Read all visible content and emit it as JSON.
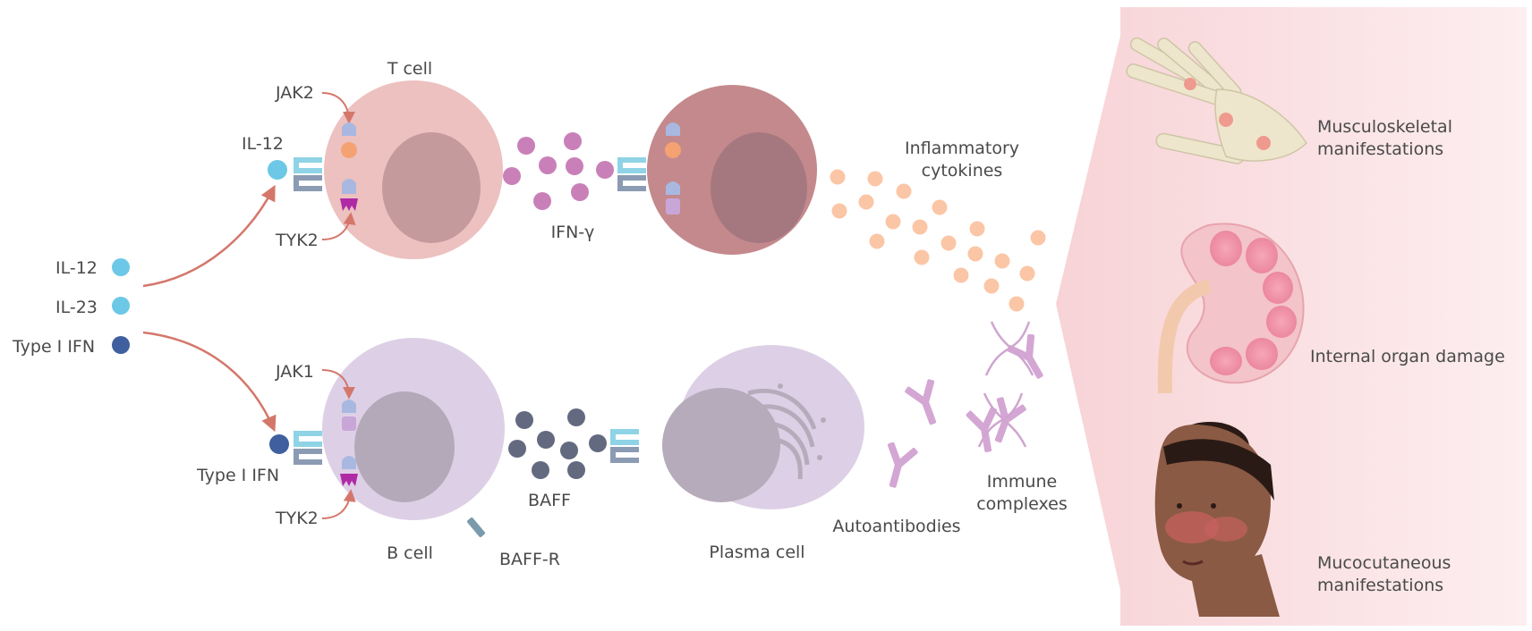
{
  "left_labels": {
    "il12": "IL-12",
    "il23": "IL-23",
    "type1_ifn": "Type I IFN"
  },
  "t_pathway": {
    "cell_label": "T cell",
    "jak_label": "JAK2",
    "ligand_label": "IL-12",
    "tyk_label": "TYK2",
    "secreted_label": "IFN-γ",
    "cytokines_label_line1": "Inflammatory",
    "cytokines_label_line2": "cytokines"
  },
  "b_pathway": {
    "cell_label": "B cell",
    "jak_label": "JAK1",
    "ligand_label": "Type I IFN",
    "tyk_label": "TYK2",
    "secreted_label": "BAFF",
    "receptor_label": "BAFF-R",
    "plasma_label": "Plasma cell",
    "autoantibodies_label": "Autoantibodies",
    "immune_label_line1": "Immune",
    "immune_label_line2": "complexes"
  },
  "manifestations": {
    "musculo_line1": "Musculoskeletal",
    "musculo_line2": "manifestations",
    "organ": "Internal organ damage",
    "muco_line1": "Mucocutaneous",
    "muco_line2": "manifestations"
  },
  "colors": {
    "arrow": "#d4776b",
    "il_dot": "#6cc8e6",
    "ifn_dot": "#3f5f9e",
    "t_cell": "#e9b8b6",
    "t_cell_effector": "#c2878a",
    "b_cell": "#ddd0e6",
    "ifn_gamma": "#c980b8",
    "baff": "#636a80",
    "cytokine": "#fbc6a6",
    "antibody": "#d4a6d4",
    "panel": "#fbe0e2"
  },
  "icons": {
    "hand": "hand-skeleton-icon",
    "kidney": "kidney-icon",
    "face": "face-rash-icon",
    "antibody": "antibody-icon",
    "dna": "dna-helix-icon",
    "receptor": "receptor-icon"
  }
}
